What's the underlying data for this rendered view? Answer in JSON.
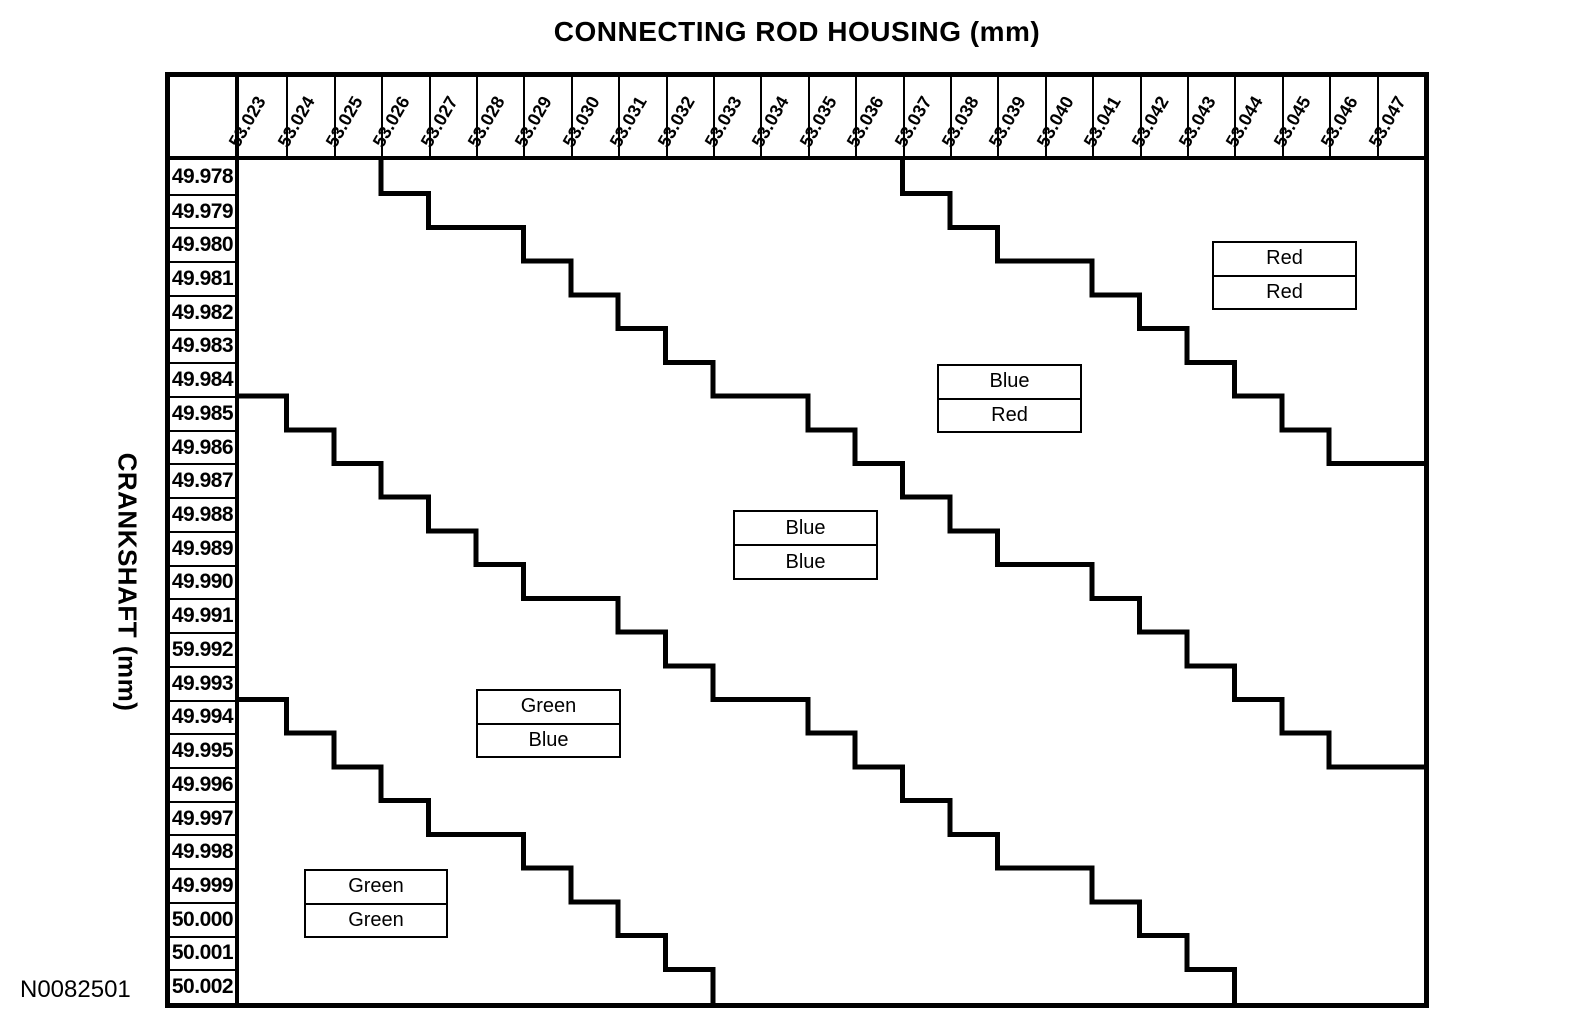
{
  "page": {
    "title": "CONNECTING ROD HOUSING (mm)",
    "y_axis_label": "CRANKSHAFT (mm)",
    "figure_number": "N0082501"
  },
  "chart_data": {
    "type": "line",
    "title": "CONNECTING ROD HOUSING (mm)",
    "xlabel": "CONNECTING ROD HOUSING (mm)",
    "ylabel": "CRANKSHAFT (mm)",
    "grid": "off",
    "legend_position": "none",
    "x_ticks": [
      "53.023",
      "53.024",
      "53.025",
      "53.026",
      "53.027",
      "53.028",
      "53.029",
      "53.030",
      "53.031",
      "53.032",
      "53.033",
      "53.034",
      "53.035",
      "53.036",
      "53.037",
      "53.038",
      "53.039",
      "53.040",
      "53.041",
      "53.042",
      "53.043",
      "53.044",
      "53.045",
      "53.046",
      "53.047"
    ],
    "y_ticks": [
      "49.978",
      "49.979",
      "49.980",
      "49.981",
      "49.982",
      "49.983",
      "49.984",
      "49.985",
      "49.986",
      "49.987",
      "49.988",
      "49.989",
      "49.990",
      "49.991",
      "59.992",
      "49.993",
      "49.994",
      "49.995",
      "49.996",
      "49.997",
      "49.998",
      "49.999",
      "50.000",
      "50.001",
      "50.002"
    ],
    "units_note": "Stepped boundary lines divide the grid into bearing-grade bands; points are [column-boundary-index, row-boundary-index] on a 25x25 grid",
    "series": [
      {
        "name": "boundary-line-1",
        "points": [
          [
            3,
            0
          ],
          [
            3,
            1
          ],
          [
            4,
            1
          ],
          [
            4,
            2
          ],
          [
            6,
            2
          ],
          [
            6,
            3
          ],
          [
            7,
            3
          ],
          [
            7,
            4
          ],
          [
            8,
            4
          ],
          [
            8,
            5
          ],
          [
            9,
            5
          ],
          [
            9,
            6
          ],
          [
            10,
            6
          ],
          [
            10,
            7
          ],
          [
            12,
            7
          ],
          [
            12,
            8
          ],
          [
            13,
            8
          ],
          [
            13,
            9
          ],
          [
            14,
            9
          ],
          [
            14,
            10
          ],
          [
            15,
            10
          ],
          [
            15,
            11
          ],
          [
            16,
            11
          ],
          [
            16,
            12
          ],
          [
            18,
            12
          ],
          [
            18,
            13
          ],
          [
            19,
            13
          ],
          [
            19,
            14
          ],
          [
            20,
            14
          ],
          [
            20,
            15
          ],
          [
            21,
            15
          ],
          [
            21,
            16
          ],
          [
            22,
            16
          ],
          [
            22,
            17
          ],
          [
            23,
            17
          ],
          [
            23,
            18
          ],
          [
            25,
            18
          ]
        ]
      },
      {
        "name": "boundary-line-2",
        "points": [
          [
            14,
            0
          ],
          [
            14,
            1
          ],
          [
            15,
            1
          ],
          [
            15,
            2
          ],
          [
            16,
            2
          ],
          [
            16,
            3
          ],
          [
            18,
            3
          ],
          [
            18,
            4
          ],
          [
            19,
            4
          ],
          [
            19,
            5
          ],
          [
            20,
            5
          ],
          [
            20,
            6
          ],
          [
            21,
            6
          ],
          [
            21,
            7
          ],
          [
            22,
            7
          ],
          [
            22,
            8
          ],
          [
            23,
            8
          ],
          [
            23,
            9
          ],
          [
            25,
            9
          ]
        ]
      },
      {
        "name": "boundary-line-3",
        "points": [
          [
            0,
            7
          ],
          [
            1,
            7
          ],
          [
            1,
            8
          ],
          [
            2,
            8
          ],
          [
            2,
            9
          ],
          [
            3,
            9
          ],
          [
            3,
            10
          ],
          [
            4,
            10
          ],
          [
            4,
            11
          ],
          [
            5,
            11
          ],
          [
            5,
            12
          ],
          [
            6,
            12
          ],
          [
            6,
            13
          ],
          [
            8,
            13
          ],
          [
            8,
            14
          ],
          [
            9,
            14
          ],
          [
            9,
            15
          ],
          [
            10,
            15
          ],
          [
            10,
            16
          ],
          [
            12,
            16
          ],
          [
            12,
            17
          ],
          [
            13,
            17
          ],
          [
            13,
            18
          ],
          [
            14,
            18
          ],
          [
            14,
            19
          ],
          [
            15,
            19
          ],
          [
            15,
            20
          ],
          [
            16,
            20
          ],
          [
            16,
            21
          ],
          [
            18,
            21
          ],
          [
            18,
            22
          ],
          [
            19,
            22
          ],
          [
            19,
            23
          ],
          [
            20,
            23
          ],
          [
            20,
            24
          ],
          [
            21,
            24
          ],
          [
            21,
            25
          ]
        ]
      },
      {
        "name": "boundary-line-4",
        "points": [
          [
            0,
            16
          ],
          [
            1,
            16
          ],
          [
            1,
            17
          ],
          [
            2,
            17
          ],
          [
            2,
            18
          ],
          [
            3,
            18
          ],
          [
            3,
            19
          ],
          [
            4,
            19
          ],
          [
            4,
            20
          ],
          [
            6,
            20
          ],
          [
            6,
            21
          ],
          [
            7,
            21
          ],
          [
            7,
            22
          ],
          [
            8,
            22
          ],
          [
            8,
            23
          ],
          [
            9,
            23
          ],
          [
            9,
            24
          ],
          [
            10,
            24
          ],
          [
            10,
            25
          ]
        ]
      }
    ],
    "region_labels": [
      {
        "name": "region-red-red",
        "labels": [
          "Red",
          "Red"
        ],
        "x": 1212,
        "y": 241,
        "w": 145,
        "h": 69
      },
      {
        "name": "region-blue-red",
        "labels": [
          "Blue",
          "Red"
        ],
        "x": 937,
        "y": 364,
        "w": 145,
        "h": 69
      },
      {
        "name": "region-blue-blue",
        "labels": [
          "Blue",
          "Blue"
        ],
        "x": 733,
        "y": 510,
        "w": 145,
        "h": 70
      },
      {
        "name": "region-green-blue",
        "labels": [
          "Green",
          "Blue"
        ],
        "x": 476,
        "y": 689,
        "w": 145,
        "h": 69
      },
      {
        "name": "region-green-green",
        "labels": [
          "Green",
          "Green"
        ],
        "x": 304,
        "y": 869,
        "w": 144,
        "h": 69
      }
    ],
    "line_color": "#000000",
    "background_color": "#ffffff"
  }
}
